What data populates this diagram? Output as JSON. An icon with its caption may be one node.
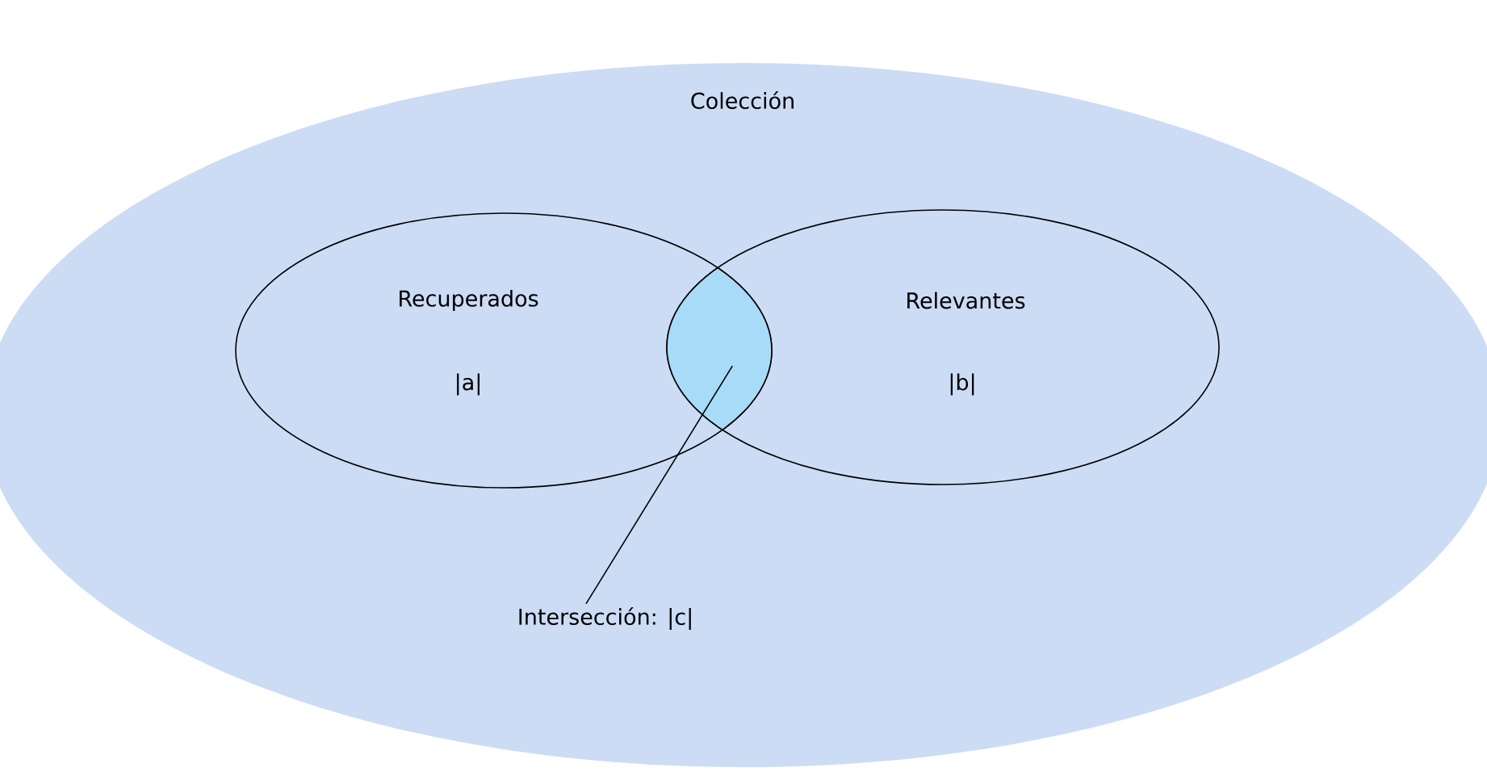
{
  "diagram": {
    "nodes": [
      {
        "text": [
          "Colección"
        ]
      },
      {
        "text": [
          "Recuperados",
          "|a|"
        ],
        "in": 0
      },
      {
        "text": [
          "Relevantes",
          "|b|"
        ],
        "in": 0
      },
      {
        "text": [
          "Intersección: |c|"
        ],
        "in": 0
      },
      {
        "text": [],
        "shape": "lens",
        "in": 0
      }
    ],
    "edges": [
      {
        "from": 3,
        "to": 4,
        "arrow": "none"
      }
    ]
  }
}
